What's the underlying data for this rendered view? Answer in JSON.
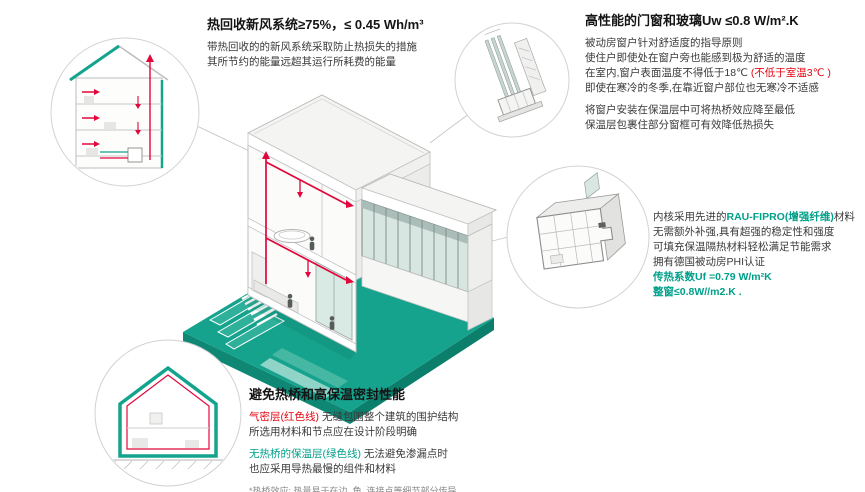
{
  "colors": {
    "teal": "#16a38d",
    "teal_dark": "#0e8875",
    "duct_red": "#e2063c",
    "red_text": "#e30613",
    "green_text": "#00a08a"
  },
  "hrv": {
    "title": "热回收新风系统≥75%，≤ 0.45 Wh/m³",
    "body": [
      "带热回收的的新风系统采取防止热损失的措施",
      "其所节约的能量远超其运行所耗费的能量"
    ]
  },
  "windows": {
    "title": "高性能的门窗和玻璃Uw ≤0.8 W/m².K",
    "body1": "被动房窗户针对舒适度的指导原则",
    "body2": "使住户即使处在窗户旁也能感到极为舒适的温度",
    "body3a": "在室内,窗户表面温度不得低于18℃ ",
    "body3b": "(不低于室温3℃ )",
    "body4": "即使在寒冷的冬季,在靠近窗户部位也无寒冷不适感",
    "body5": "将窗户安装在保温层中可将热桥效应降至最低",
    "body6": "保温层包裹住部分窗框可有效降低热损失"
  },
  "profile": {
    "line1a": "内核采用先进的",
    "line1b": "RAU-FIPRO(增强纤维)",
    "line1c": "材料",
    "line2": "无需额外补强,具有超强的稳定性和强度",
    "line3": "可填充保温隔热材料轻松满足节能需求",
    "line4": "拥有德国被动房PHI认证",
    "line5": "传热系数Uf =0.79 W/m²K",
    "line6": "整窗≤0.8W//m2.K ."
  },
  "thermal": {
    "title": "避免热桥和高保温密封性能",
    "line1a": "气密层(红色线)",
    "line1b": " 无缝包围整个建筑的围护结构",
    "line2": "所选用材料和节点应在设计阶段明确",
    "line3a": "无热桥的保温层(绿色线)",
    "line3b": " 无法避免渗漏点时",
    "line4": "也应采用导热最慢的组件和材料",
    "footnote": "*热桥效应: 热量易于在边, 角, 连接点等细节部分传导"
  }
}
